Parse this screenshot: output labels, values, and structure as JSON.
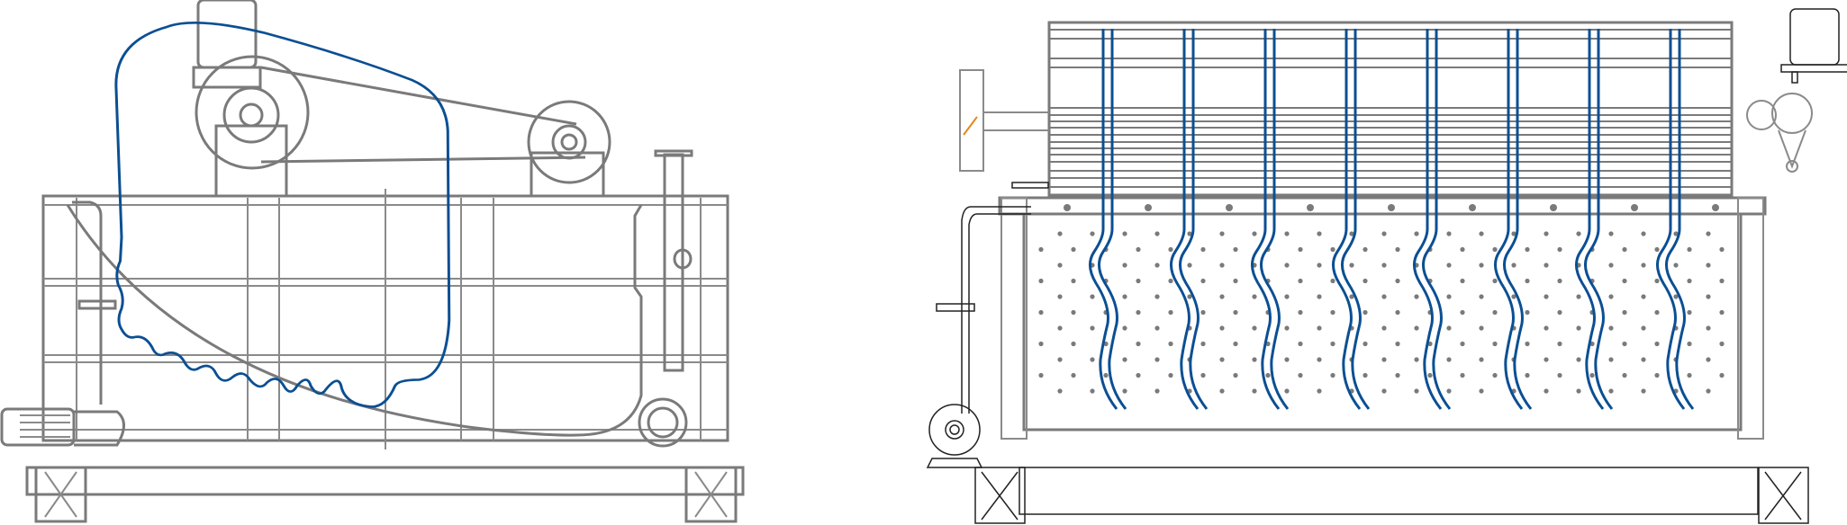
{
  "drawing": {
    "views": [
      "side-view",
      "front-view"
    ],
    "colors": {
      "frame": "#7a7a7a",
      "chain": "#0b4f93",
      "pump_line": "#222222",
      "accent": "#e08a1e",
      "background": "#ffffff"
    },
    "front_view_chain_count": 8
  }
}
